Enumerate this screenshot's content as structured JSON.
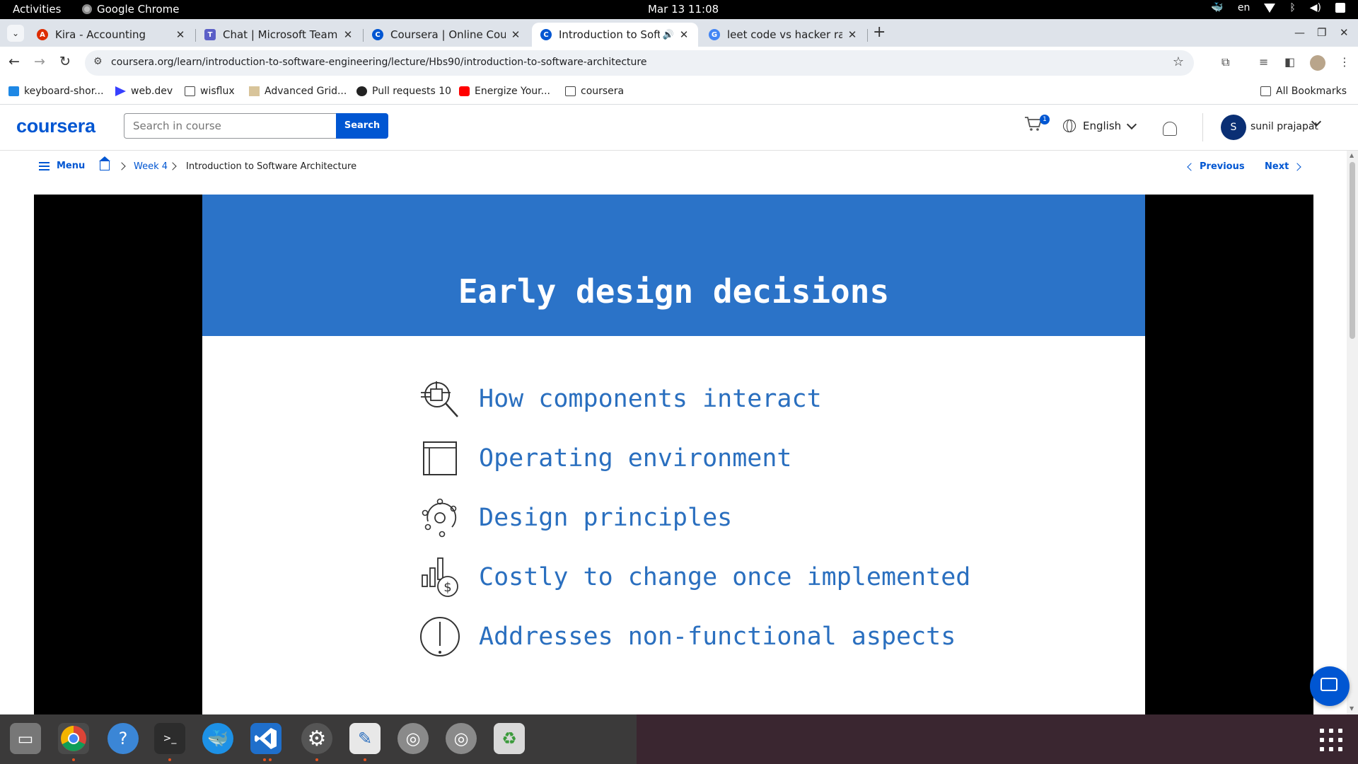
{
  "system": {
    "activities": "Activities",
    "app_name": "Google Chrome",
    "clock": "Mar 13  11:08",
    "keyboard_layout": "en"
  },
  "browser": {
    "tabs": [
      {
        "title": "Kira - Accounting",
        "favicon_color": "#dd2c00"
      },
      {
        "title": "Chat | Microsoft Teams c",
        "favicon_color": "#5b5fc7"
      },
      {
        "title": "Coursera | Online Course",
        "favicon_color": "#0056d2"
      },
      {
        "title": "Introduction to Softw",
        "favicon_color": "#0056d2",
        "active": true,
        "audio": true
      },
      {
        "title": "leet code vs hacker rank",
        "favicon_color": "#4285f4"
      }
    ],
    "url": "coursera.org/learn/introduction-to-software-engineering/lecture/Hbs90/introduction-to-software-architecture",
    "bookmarks": [
      {
        "label": "keyboard-shor...",
        "icon": "vscode-icon"
      },
      {
        "label": "web.dev",
        "icon": "webdev-icon"
      },
      {
        "label": "wisflux",
        "icon": "folder-icon"
      },
      {
        "label": "Advanced Grid...",
        "icon": "grid-icon"
      },
      {
        "label": "Pull requests 10",
        "icon": "github-icon"
      },
      {
        "label": "Energize Your...",
        "icon": "youtube-icon"
      },
      {
        "label": "coursera",
        "icon": "folder-icon"
      }
    ],
    "all_bookmarks": "All Bookmarks"
  },
  "coursera": {
    "logo": "coursera",
    "search_placeholder": "Search in course",
    "search_button": "Search",
    "cart_count": "1",
    "language": "English",
    "avatar_initial": "S",
    "user_name": "sunil prajapat",
    "brand_color": "#0056d2"
  },
  "breadcrumb": {
    "menu": "Menu",
    "week": "Week 4",
    "current": "Introduction to Software Architecture",
    "previous": "Previous",
    "next": "Next"
  },
  "slide": {
    "title": "Early design decisions",
    "bullets": [
      {
        "text": "How components interact",
        "icon": "components-magnifier-icon"
      },
      {
        "text": "Operating environment",
        "icon": "window-layout-icon"
      },
      {
        "text": "Design principles",
        "icon": "principles-cycle-icon"
      },
      {
        "text": "Costly to change once implemented",
        "icon": "cost-chart-icon"
      },
      {
        "text": "Addresses non-functional aspects",
        "icon": "exclamation-circle-icon"
      }
    ],
    "header_color": "#2b73c8"
  }
}
